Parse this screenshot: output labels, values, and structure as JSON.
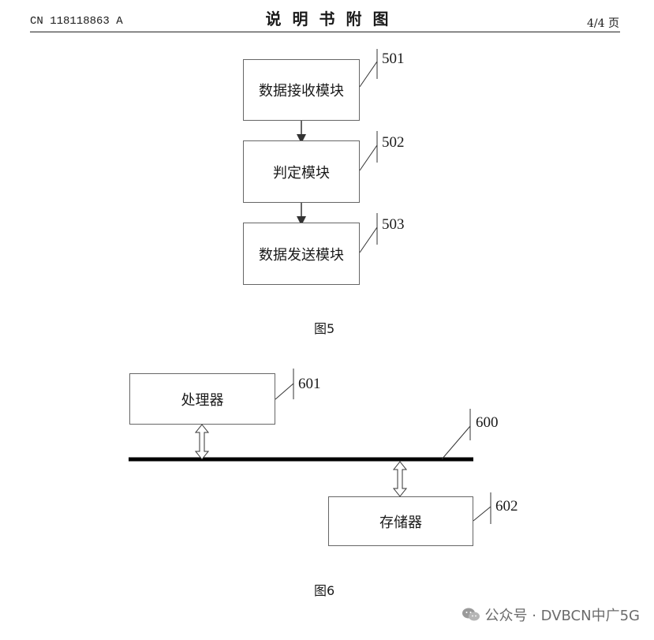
{
  "header": {
    "patent_number": "CN 118118863 A",
    "title": "说明书附图",
    "page": "4/4 页"
  },
  "figure5": {
    "caption": "图5",
    "modules": [
      {
        "label": "数据接收模块",
        "ref": "501"
      },
      {
        "label": "判定模块",
        "ref": "502"
      },
      {
        "label": "数据发送模块",
        "ref": "503"
      }
    ]
  },
  "figure6": {
    "caption": "图6",
    "processor": {
      "label": "处理器",
      "ref": "601"
    },
    "bus": {
      "ref": "600"
    },
    "memory": {
      "label": "存储器",
      "ref": "602"
    }
  },
  "watermark": {
    "icon": "wechat-icon",
    "text": "公众号 · DVBCN中广5G"
  }
}
